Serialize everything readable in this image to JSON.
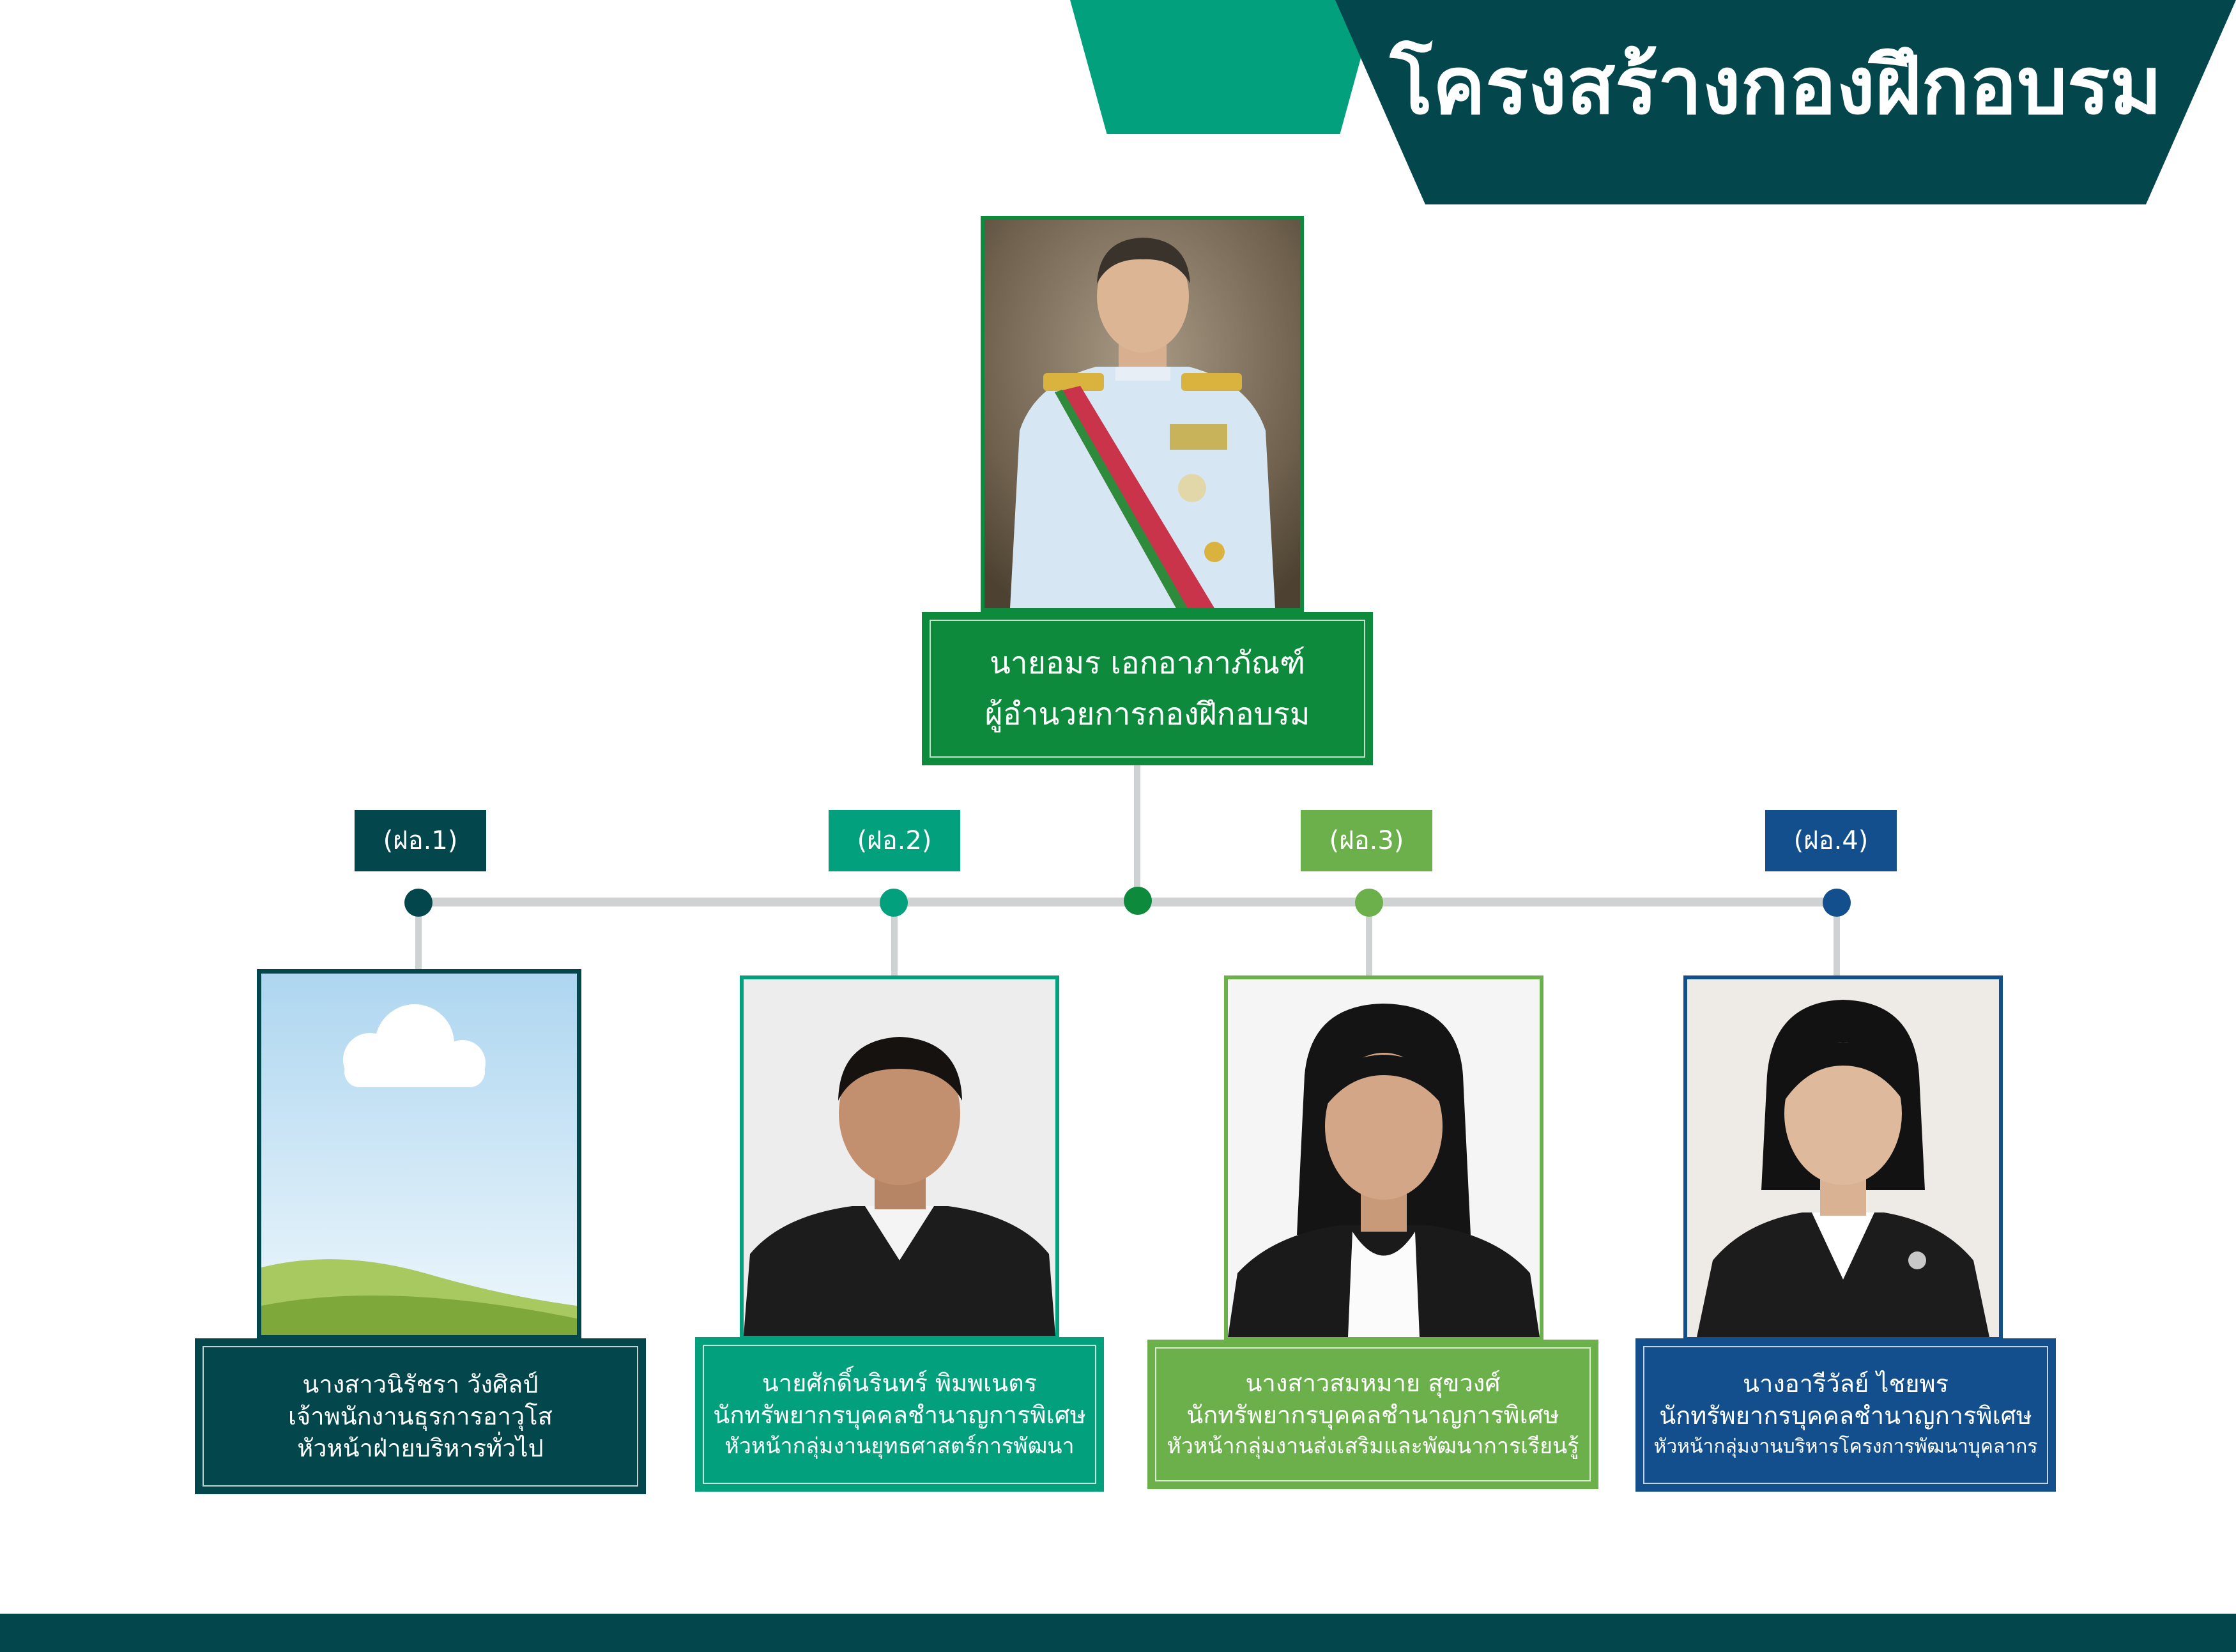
{
  "header": {
    "title": "โครงสร้างกองฝึกอบรม"
  },
  "colors": {
    "dark_teal": "#03474c",
    "teal": "#02a07c",
    "director_green": "#0d8a3c",
    "light_green": "#6bb04b",
    "blue": "#124f8c",
    "connector": "#cfd2d3"
  },
  "director": {
    "name": "นายอมร เอกอาภาภัณฑ์",
    "position": "ผู้อำนวยการกองฝึกอบรม"
  },
  "divisions": [
    {
      "tag": "(ฝอ.1)",
      "name": "นางสาวนิรัชรา วังศิลป์",
      "position": "เจ้าพนักงานธุรการอาวุโส",
      "role": "หัวหน้าฝ่ายบริหารทั่วไป",
      "photo": "placeholder-landscape"
    },
    {
      "tag": "(ฝอ.2)",
      "name": "นายศักดิ์นรินทร์ พิมพเนตร",
      "position": "นักทรัพยากรบุคคลชำนาญการพิเศษ",
      "role": "หัวหน้ากลุ่มงานยุทธศาสตร์การพัฒนา",
      "photo": "portrait-man"
    },
    {
      "tag": "(ฝอ.3)",
      "name": "นางสาวสมหมาย สุขวงศ์",
      "position": "นักทรัพยากรบุคคลชำนาญการพิเศษ",
      "role": "หัวหน้ากลุ่มงานส่งเสริมและพัฒนาการเรียนรู้",
      "photo": "portrait-woman"
    },
    {
      "tag": "(ฝอ.4)",
      "name": "นางอารีวัลย์ ไชยพร",
      "position": "นักทรัพยากรบุคคลชำนาญการพิเศษ",
      "role": "หัวหน้ากลุ่มงานบริหารโครงการพัฒนาบุคลากร",
      "photo": "portrait-woman"
    }
  ]
}
